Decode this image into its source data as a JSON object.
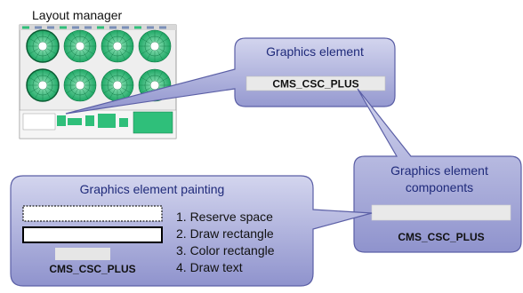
{
  "layout_manager": {
    "title": "Layout manager"
  },
  "graphics_element": {
    "title": "Graphics element",
    "box_label": "CMS_CSC_PLUS"
  },
  "components": {
    "title_line1": "Graphics element",
    "title_line2": "components",
    "label": "CMS_CSC_PLUS"
  },
  "painting": {
    "title": "Graphics element painting",
    "label": "CMS_CSC_PLUS",
    "steps": [
      "1.  Reserve space",
      "2.  Draw rectangle",
      "3.  Color rectangle",
      "4.  Draw text"
    ]
  },
  "colors": {
    "bubble_top": "#c9cbe9",
    "bubble_bottom": "#8e92cc",
    "bubble_border": "#5b5fa6",
    "title_text": "#1f2a7a",
    "chamber_green": "#2fbf7a",
    "label_box": "#e9e9e9"
  }
}
